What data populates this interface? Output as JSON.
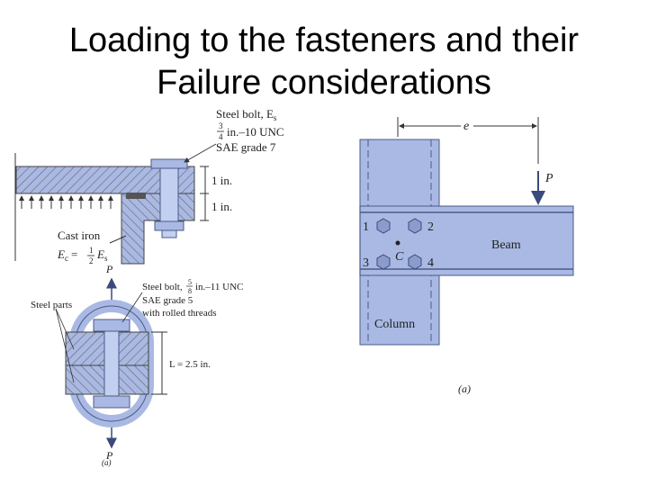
{
  "slide": {
    "title_line1": "Loading to the fasteners and their",
    "title_line2": "Failure considerations"
  },
  "figure_top_left": {
    "bolt_label_1": "Steel bolt, E",
    "bolt_label_1_sub": "s",
    "bolt_size_num": "3",
    "bolt_size_den": "4",
    "bolt_label_2": "in.–10 UNC",
    "bolt_label_3": "SAE grade 7",
    "dim_upper": "1 in.",
    "dim_lower": "1 in.",
    "cast_iron_label": "Cast iron",
    "modulus_lhs": "E",
    "modulus_lhs_sub": "c",
    "modulus_eq": "=",
    "modulus_num": "1",
    "modulus_den": "2",
    "modulus_rhs": "E",
    "modulus_rhs_sub": "s"
  },
  "figure_bottom_left": {
    "force_top": "P",
    "force_bottom": "P",
    "parts_label": "Steel parts",
    "bolt_label_1": "Steel bolt,",
    "bolt_size_num": "5",
    "bolt_size_den": "8",
    "bolt_label_1b": "in.–11 UNC",
    "bolt_label_2": "SAE grade 5",
    "bolt_label_3": "with rolled threads",
    "length_label": "L = 2.5 in.",
    "caption": "(a)"
  },
  "figure_right": {
    "dim_e": "e",
    "load_p": "P",
    "bolt_1": "1",
    "bolt_2": "2",
    "bolt_3": "3",
    "bolt_4": "4",
    "centroid": "C",
    "beam_label": "Beam",
    "column_label": "Column",
    "caption": "(a)"
  },
  "colors": {
    "steel_fill": "#a9b9e3",
    "steel_edge": "#4a5a8a",
    "hatch": "#666666",
    "arrow": "#3a4a7a"
  }
}
